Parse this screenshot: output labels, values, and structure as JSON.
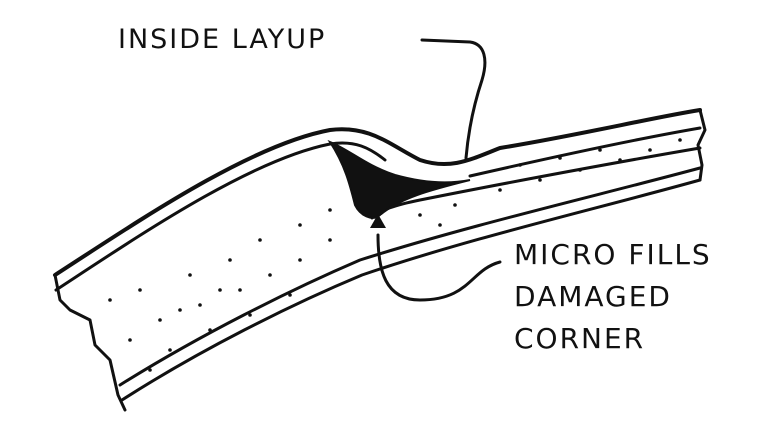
{
  "labels": {
    "inside_layup": "INSIDE LAYUP",
    "micro_fills": [
      "MICRO FILLS",
      "DAMAGED",
      "CORNER"
    ]
  },
  "colors": {
    "ink": "#111111",
    "paper": "#ffffff"
  }
}
